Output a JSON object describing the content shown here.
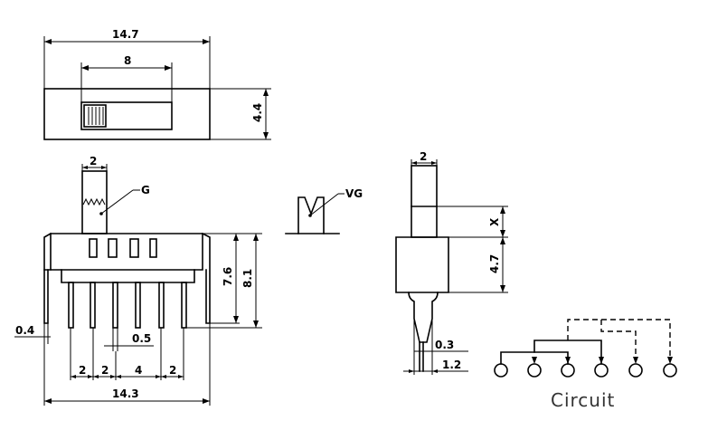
{
  "dimensions": {
    "total_length": "14.7",
    "slot_length": "8",
    "body_width": "4.4",
    "actuator_width": "2",
    "terminal_thickness": "0.4",
    "pin_width": "0.5",
    "pin_pitch_1": "2",
    "pin_pitch_2": "2",
    "pin_pitch_3": "4",
    "pin_pitch_4": "2",
    "mount_span": "14.3",
    "height_1": "7.6",
    "height_2": "8.1",
    "side_actuator_width": "2",
    "actuator_height": "X",
    "housing_height": "4.7",
    "pin_side_thickness": "0.3",
    "pin_side_width": "1.2"
  },
  "labels": {
    "knurl": "G",
    "v_groove": "VG",
    "circuit": "Circuit"
  }
}
